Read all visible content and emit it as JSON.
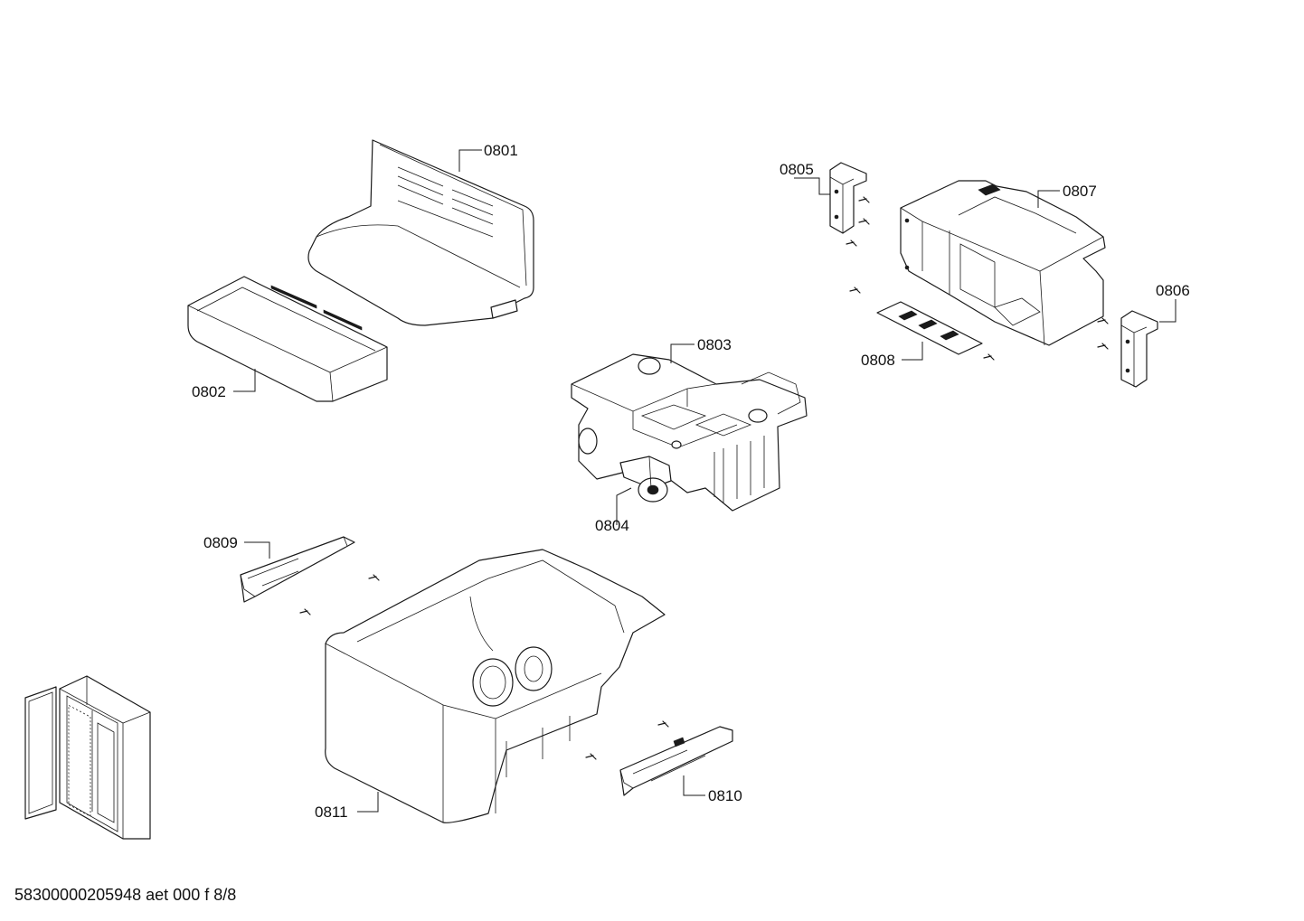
{
  "callouts": {
    "c0801": "0801",
    "c0802": "0802",
    "c0803": "0803",
    "c0804": "0804",
    "c0805": "0805",
    "c0806": "0806",
    "c0807": "0807",
    "c0808": "0808",
    "c0809": "0809",
    "c0810": "0810",
    "c0811": "0811"
  },
  "footer": {
    "document_id": "58300000205948 aet 000 f 8/8"
  }
}
